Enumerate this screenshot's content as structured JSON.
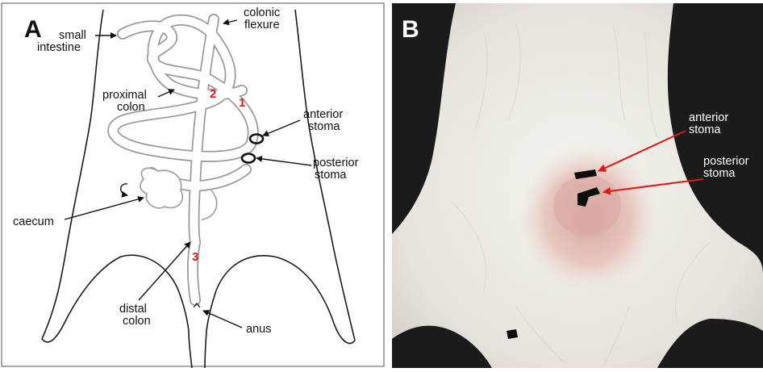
{
  "panel_a": {
    "letter": "A",
    "labels": {
      "small_intestine": [
        "small",
        "intestine"
      ],
      "colonic_flexure": [
        "colonic",
        "flexure"
      ],
      "proximal_colon": [
        "proximal",
        "colon"
      ],
      "anterior_stoma": [
        "anterior",
        "stoma"
      ],
      "posterior_stoma": [
        "posterior",
        "stoma"
      ],
      "caecum": "caecum",
      "distal_colon": [
        "distal",
        "colon"
      ],
      "anus": "anus"
    },
    "markers": [
      "1",
      "2",
      "3"
    ],
    "colors": {
      "outline": "#1a1a1a",
      "intestine": "#9a9a9a",
      "marker": "#e01818"
    }
  },
  "panel_b": {
    "letter": "B",
    "labels": {
      "anterior_stoma": [
        "anterior",
        "stoma"
      ],
      "posterior_stoma": [
        "posterior",
        "stoma"
      ]
    },
    "colors": {
      "background": "#1b1b1b",
      "fur": "#ebe9e3",
      "arrow": "#e01818"
    }
  }
}
